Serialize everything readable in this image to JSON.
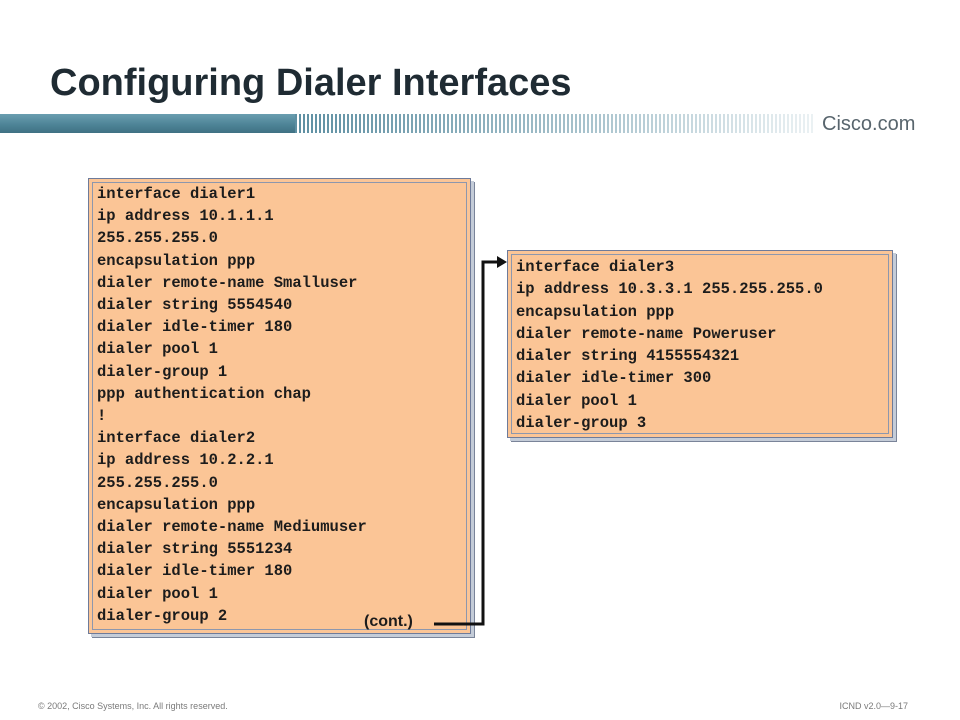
{
  "slide": {
    "title": "Configuring Dialer Interfaces",
    "logo": "Cisco.com",
    "footer_copyright": "© 2002, Cisco Systems, Inc. All rights reserved.",
    "footer_course": "ICND v2.0—9-17"
  },
  "left_config": {
    "lines": [
      "interface dialer1",
      "ip address 10.1.1.1",
      "255.255.255.0",
      "encapsulation ppp",
      "dialer remote-name Smalluser",
      "dialer string 5554540",
      "dialer idle-timer 180",
      "dialer pool 1",
      "dialer-group 1",
      "ppp authentication chap",
      "!",
      "interface dialer2",
      "ip address 10.2.2.1",
      "255.255.255.0",
      "encapsulation ppp",
      "dialer remote-name Mediumuser",
      "dialer string 5551234",
      "dialer idle-timer 180",
      "dialer pool 1",
      "dialer-group 2"
    ],
    "cont_label": "(cont.)"
  },
  "right_config": {
    "lines": [
      "interface dialer3",
      "ip address 10.3.3.1 255.255.255.0",
      "encapsulation ppp",
      "dialer remote-name Poweruser",
      "dialer string 4155554321",
      "dialer idle-timer 300",
      "dialer pool 1",
      "dialer-group 3"
    ]
  },
  "colors": {
    "panel_fill": "#fbc596",
    "header_bar": "#4e8497",
    "title_text": "#1f2b33"
  }
}
